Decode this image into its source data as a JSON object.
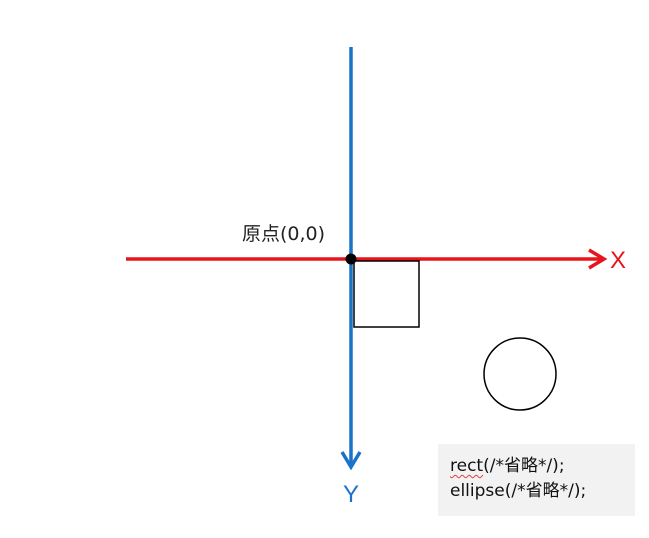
{
  "origin": {
    "label": "原点(0,0)"
  },
  "axes": {
    "x": {
      "label": "X",
      "color": "#e8141c"
    },
    "y": {
      "label": "Y",
      "color": "#1a73c8"
    }
  },
  "shapes": [
    {
      "kind": "rect",
      "stroke": "#000000",
      "fill": "#ffffff"
    },
    {
      "kind": "ellipse",
      "stroke": "#000000",
      "fill": "#ffffff"
    }
  ],
  "code": {
    "background": "#f2f2f2",
    "lines": [
      {
        "keyword": "rect",
        "rest": "(/*省略*/);"
      },
      {
        "keyword": "ellipse",
        "rest": "(/*省略*/);"
      }
    ]
  }
}
